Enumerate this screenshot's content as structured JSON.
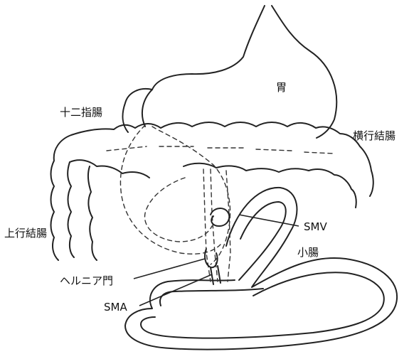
{
  "labels": {
    "stomach": "胃",
    "duodenum": "十二指腸",
    "transverse_colon": "横行結腸",
    "ascending_colon": "上行結腸",
    "smv": "SMV",
    "small_intestine": "小腸",
    "hernia_orifice": "ヘルニア門",
    "sma": "SMA"
  }
}
